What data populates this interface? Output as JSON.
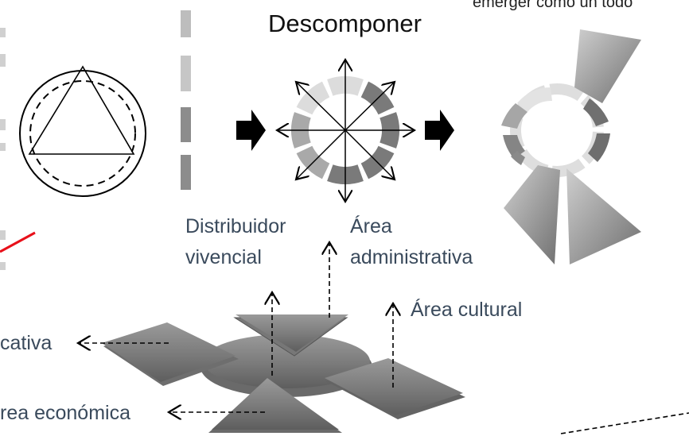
{
  "labels": {
    "descomponer": "Descomponer",
    "top_cut": "emerger como un todo",
    "distribuidor_1": "Distribuidor",
    "distribuidor_2": "vivencial",
    "admin_1": "Área",
    "admin_2": "administrativa",
    "cultural": "Área cultural",
    "educativa": "cativa",
    "economica": "rea económica"
  },
  "ring_segments": [
    {
      "tone": "light"
    },
    {
      "tone": "dark"
    },
    {
      "tone": "dark"
    },
    {
      "tone": "dark"
    },
    {
      "tone": "dark"
    },
    {
      "tone": "mid"
    },
    {
      "tone": "mid"
    },
    {
      "tone": "light"
    }
  ],
  "colors": {
    "light": "#dcdcdc",
    "mid": "#a9a9a9",
    "dark": "#7a7a7a",
    "text": "#3a4a5c",
    "accent_red": "#e8101a"
  }
}
